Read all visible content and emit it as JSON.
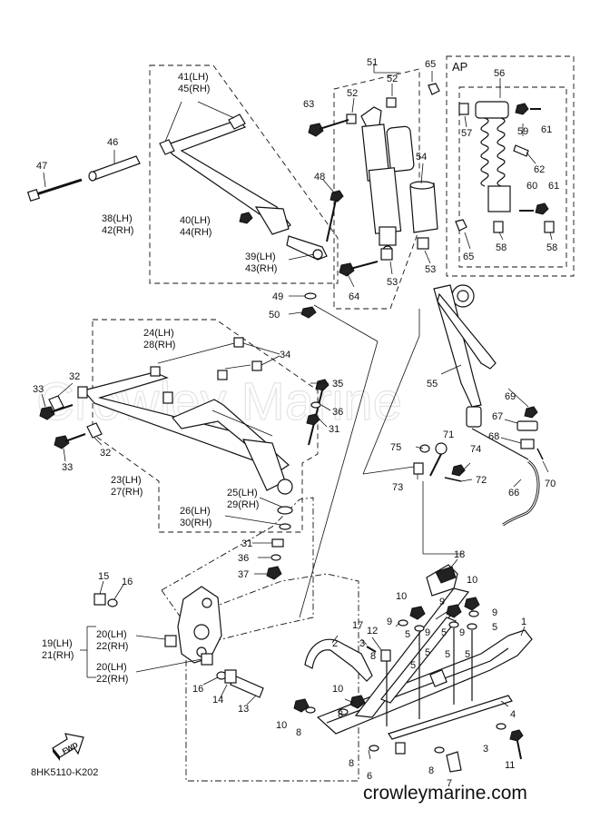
{
  "watermark": "Crowley Marine",
  "site": "crowleymarine.com",
  "diagram_code": "8HK5110-K202",
  "fwd_label": "FWD",
  "ap_label": "AP",
  "callouts": {
    "c1": "1",
    "c2": "2",
    "c3": "3",
    "c4": "4",
    "c5": "5",
    "c6": "6",
    "c7": "7",
    "c8": "8",
    "c9": "9",
    "c10": "10",
    "c11": "11",
    "c12": "12",
    "c13": "13",
    "c14": "14",
    "c15": "15",
    "c16": "16",
    "c17": "17",
    "c18": "18",
    "c19": "19(LH)",
    "c21": "21(RH)",
    "c20a": "20(LH)",
    "c22a": "22(RH)",
    "c20b": "20(LH)",
    "c22b": "22(RH)",
    "c23": "23(LH)",
    "c27": "27(RH)",
    "c24": "24(LH)",
    "c28": "28(RH)",
    "c25": "25(LH)",
    "c29": "29(RH)",
    "c26": "26(LH)",
    "c30": "30(RH)",
    "c31": "31",
    "c32": "32",
    "c33": "33",
    "c34": "34",
    "c35": "35",
    "c36": "36",
    "c37": "37",
    "c38": "38(LH)",
    "c42": "42(RH)",
    "c39": "39(LH)",
    "c43": "43(RH)",
    "c40": "40(LH)",
    "c44": "44(RH)",
    "c41": "41(LH)",
    "c45": "45(RH)",
    "c46": "46",
    "c47": "47",
    "c48": "48",
    "c49": "49",
    "c50": "50",
    "c51": "51",
    "c52": "52",
    "c53": "53",
    "c54": "54",
    "c55": "55",
    "c56": "56",
    "c57": "57",
    "c58": "58",
    "c59": "59",
    "c60": "60",
    "c61": "61",
    "c62": "62",
    "c63": "63",
    "c64": "64",
    "c65": "65",
    "c66": "66",
    "c67": "67",
    "c68": "68",
    "c69": "69",
    "c70": "70",
    "c71": "71",
    "c72": "72",
    "c73": "73",
    "c74": "74",
    "c75": "75"
  }
}
